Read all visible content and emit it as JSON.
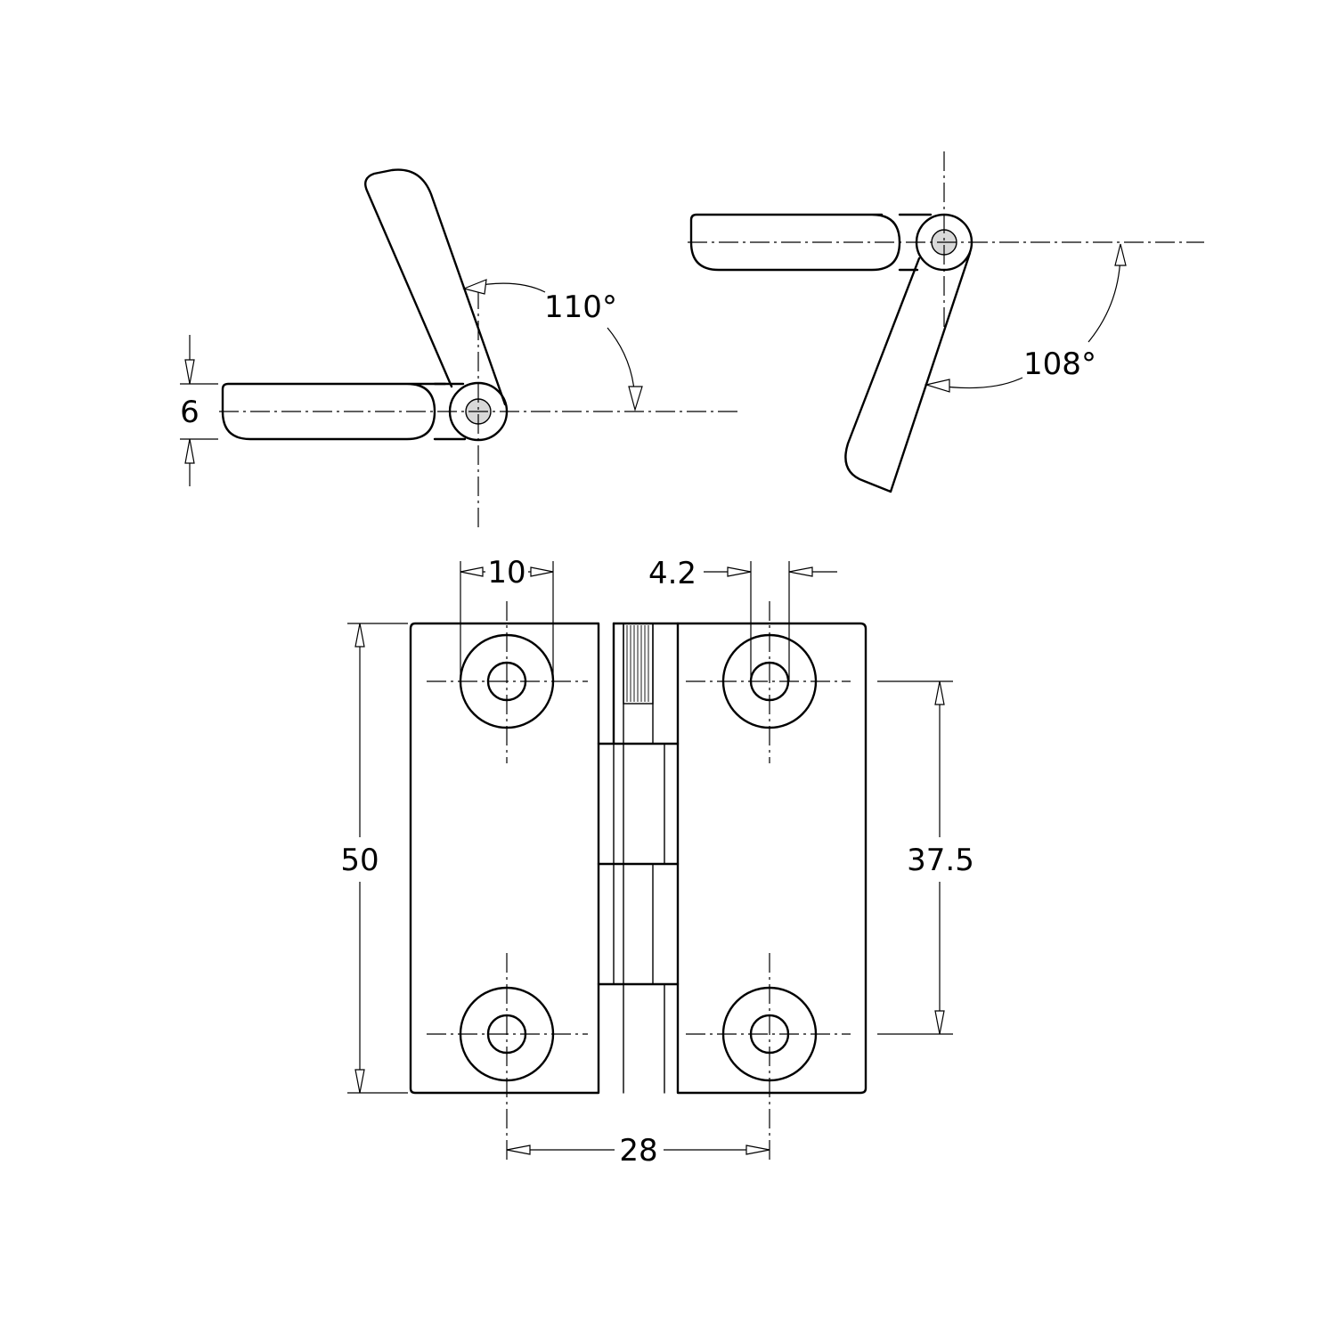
{
  "dimensions": {
    "thickness": "6",
    "opening_angle_left": "110°",
    "opening_angle_right": "108°",
    "hole_counterbore": "10",
    "hole_diameter": "4.2",
    "overall_height": "50",
    "hole_pitch_vertical": "37.5",
    "hole_pitch_horizontal": "28"
  }
}
